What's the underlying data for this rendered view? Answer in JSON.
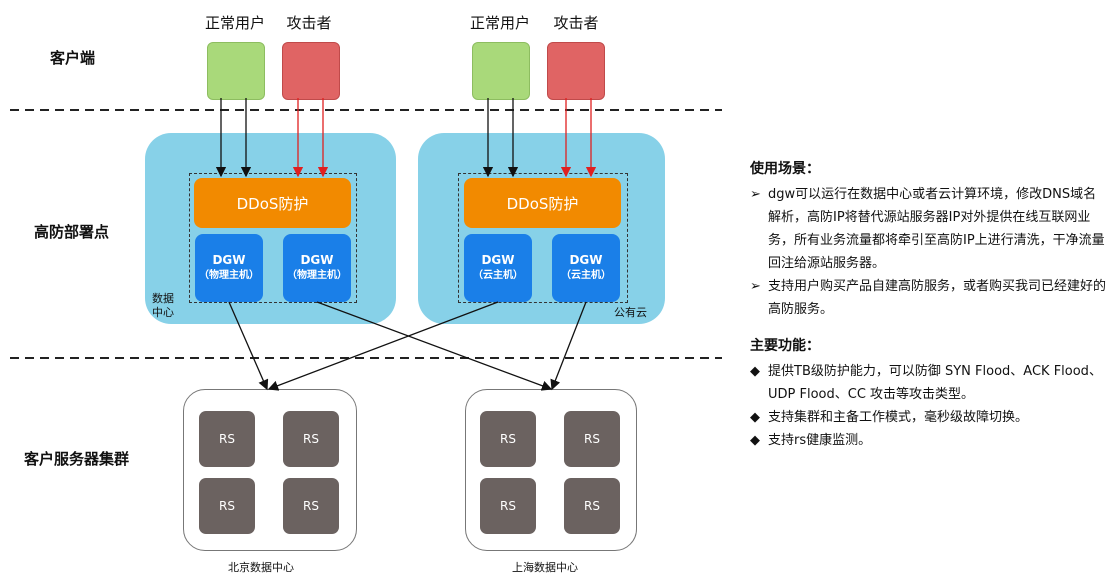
{
  "tiers": {
    "client": "客户端",
    "protection": "高防部署点",
    "servers": "客户服务器集群"
  },
  "users": {
    "normal": "正常用户",
    "attacker": "攻击者"
  },
  "datacenter_site": {
    "ddos_label": "DDoS防护",
    "dgw_title": "DGW",
    "dgw_sub": "（物理主机）",
    "area_label": "数据\n中心"
  },
  "cloud_site": {
    "ddos_label": "DDoS防护",
    "dgw_title": "DGW",
    "dgw_sub": "（云主机）",
    "area_label": "公有云"
  },
  "clusters": {
    "rs_label": "RS",
    "beijing": "北京数据中心",
    "shanghai": "上海数据中心"
  },
  "colors": {
    "normal_user": "#a9d97a",
    "attacker": "#e06464",
    "area": "#87d1e8",
    "ddos": "#f28a00",
    "dgw": "#1a7fe8",
    "rs": "#6b6260",
    "attack_arrow": "#e02020"
  },
  "panel": {
    "usage_title": "使用场景：",
    "usage_items": [
      {
        "bullet": "➢",
        "text": "dgw可以运行在数据中心或者云计算环境，修改DNS域名解析，高防IP将替代源站服务器IP对外提供在线互联网业务，所有业务流量都将牵引至高防IP上进行清洗，干净流量回注给源站服务器。"
      },
      {
        "bullet": "➢",
        "text": "支持用户购买产品自建高防服务，或者购买我司已经建好的高防服务。"
      }
    ],
    "features_title": "主要功能：",
    "feature_items": [
      {
        "bullet": "◆",
        "text": "提供TB级防护能力，可以防御 SYN Flood、ACK Flood、UDP Flood、CC 攻击等攻击类型。"
      },
      {
        "bullet": "◆",
        "text": "支持集群和主备工作模式，毫秒级故障切换。"
      },
      {
        "bullet": "◆",
        "text": "支持rs健康监测。"
      }
    ]
  }
}
